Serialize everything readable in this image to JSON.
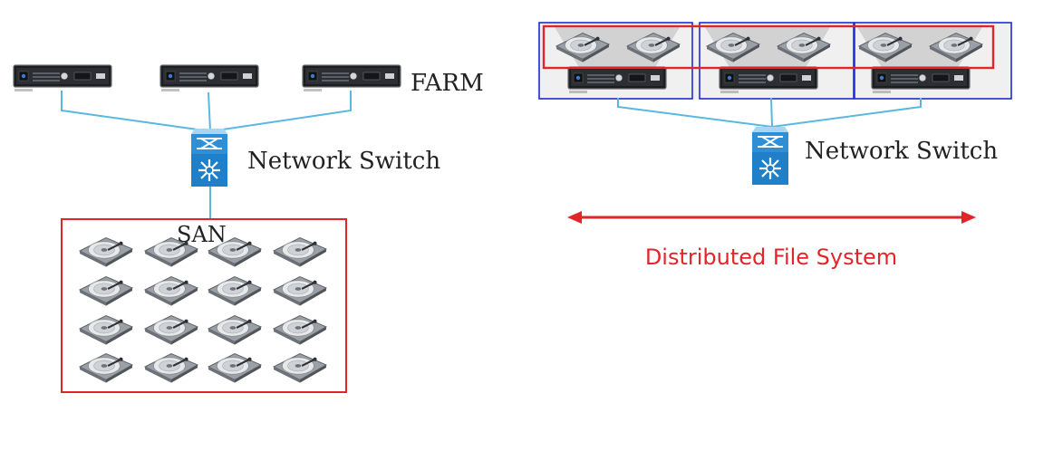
{
  "left_diagram": {
    "farm_label": "FARM",
    "switch_label": "Network Switch",
    "san_label": "SAN",
    "server_count": 3,
    "disk_grid": {
      "rows": 4,
      "cols": 4
    }
  },
  "right_diagram": {
    "switch_label": "Network Switch",
    "dfs_label": "Distributed File System",
    "node_count": 3,
    "disks_per_node": 2
  },
  "colors": {
    "link": "#5ab8e0",
    "san_border": "#e0262a",
    "node_border": "#1f2bd6",
    "dfs_highlight": "#e0262a",
    "arrow": "#e0262a",
    "dfs_text": "#e0262a"
  }
}
